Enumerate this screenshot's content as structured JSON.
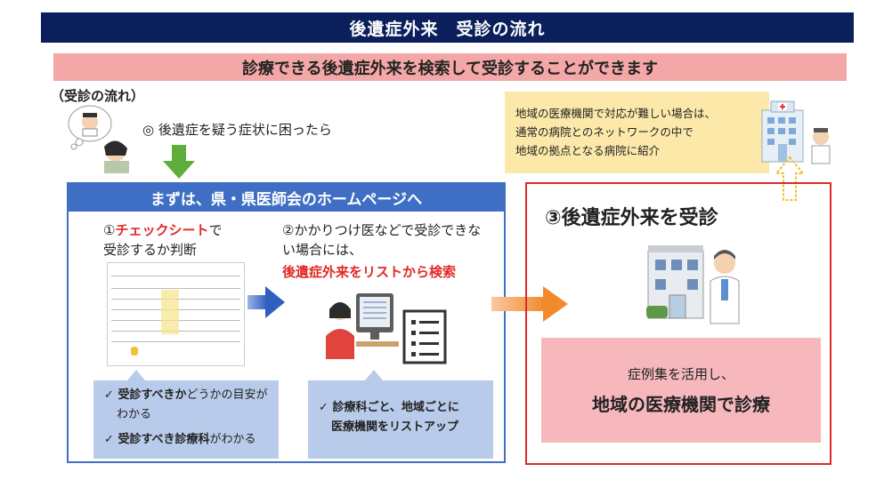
{
  "header": {
    "title": "後遺症外来　受診の流れ"
  },
  "subheader": {
    "text": "診療できる後遺症外来を検索して受診することができます"
  },
  "flow": {
    "label": "（受診の流れ）",
    "trigger": "◎ 後遺症を疑う症状に困ったら"
  },
  "callout": {
    "lines": [
      "地域の医療機関で対応が難しい場合は、",
      "通常の病院とのネットワークの中で",
      "地域の拠点となる病院に紹介"
    ]
  },
  "left_panel": {
    "title": "まずは、県・県医師会のホームページへ",
    "step1": {
      "prefix": "①",
      "highlight": "チェックシート",
      "suffix": "で",
      "line2": "受診するか判断"
    },
    "step2": {
      "line1": "②かかりつけ医などで受診できな",
      "line2": "い場合には、",
      "highlight": "後遺症外来をリストから検索"
    },
    "bubble1": {
      "items": [
        {
          "check": "✓",
          "bold": "受診すべきか",
          "rest": "どうかの目安が"
        },
        {
          "check": "",
          "bold": "",
          "rest": "わかる"
        },
        {
          "check": "✓",
          "bold": "受診すべき診療科",
          "rest": "がわかる"
        }
      ]
    },
    "bubble2": {
      "items": [
        {
          "check": "✓",
          "text": "診療科ごと、地域ごとに"
        },
        {
          "check": "",
          "text": "医療機関をリストアップ"
        }
      ]
    }
  },
  "right_panel": {
    "title": "③後遺症外来を受診",
    "pink_line1": "症例集を活用し、",
    "pink_line2": "地域の医療機関で診療"
  },
  "colors": {
    "navy": "#0b1f5c",
    "pink": "#f4a7a7",
    "blue": "#3f6fc4",
    "red": "#e12828",
    "yellow": "#fce9a9",
    "green_arrow": "#5fae3c",
    "orange_arrow": "#f08a2c"
  }
}
